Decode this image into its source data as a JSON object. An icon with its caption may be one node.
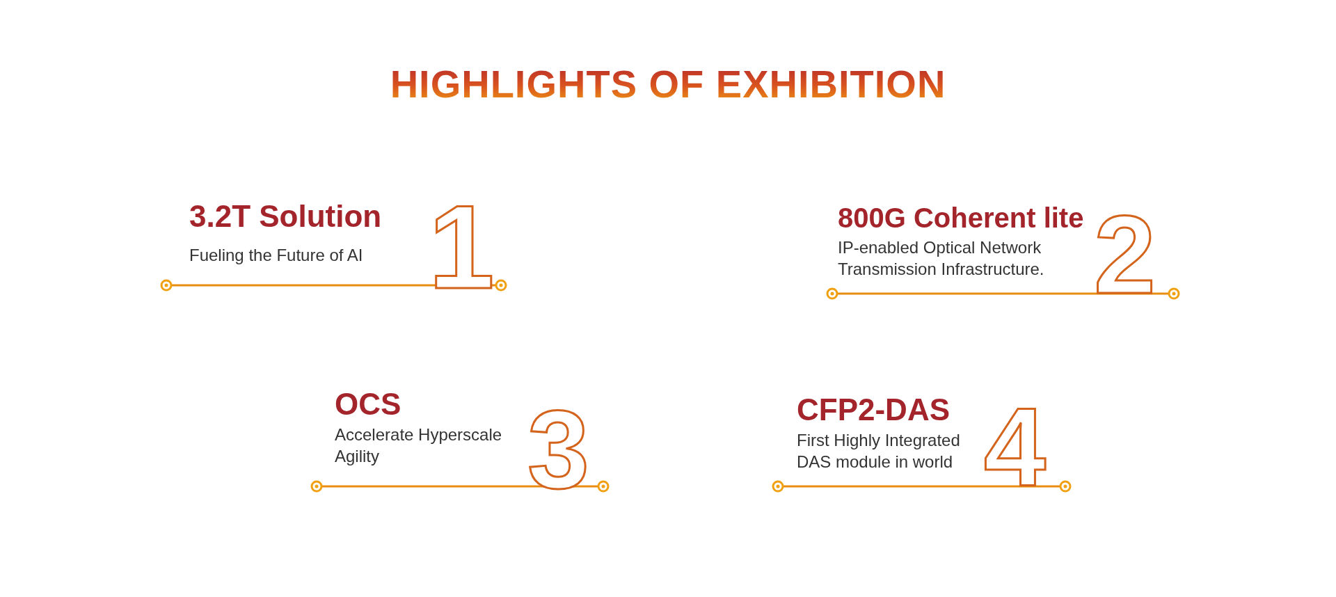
{
  "diagram": {
    "title": "HIGHLIGHTS OF EXHIBITION",
    "nodes": [
      {
        "text": [
          "3.2T Solution",
          "Fueling the Future of AI"
        ]
      },
      {
        "text": [
          "800G Coherent lite",
          "IP-enabled Optical Network Transmission Infrastructure."
        ]
      },
      {
        "text": [
          "OCS",
          "Accelerate Hyperscale Agility"
        ]
      },
      {
        "text": [
          "CFP2-DAS",
          "First Highly Integrated DAS module in world"
        ]
      }
    ],
    "labels": [
      "1",
      "2",
      "3",
      "4"
    ]
  }
}
